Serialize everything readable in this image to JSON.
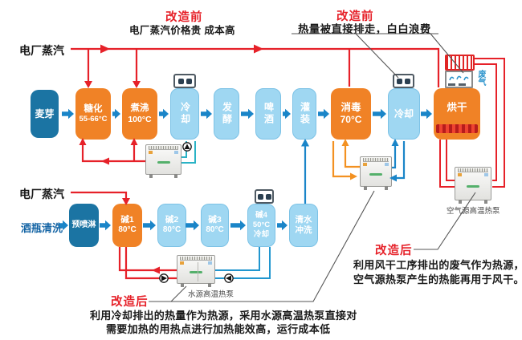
{
  "colors": {
    "accent_red": "#e62129",
    "hot_box_orange": "#f08226",
    "cool_box_blue": "#9fd7f2",
    "dark_box_teal": "#1b74a3",
    "flow_arrow_blue": "#1a85c8",
    "teal_pipe": "#2ab3c6",
    "orange_pipe": "#f39121",
    "callout_gray": "#555555",
    "exhaust_label_blue": "#2a93cc",
    "wash_label_blue": "#1565a5"
  },
  "annotations": {
    "before_top": {
      "title": "改造前",
      "line1": "电厂蒸汽价格贵 成本高"
    },
    "before_right": {
      "title": "改造前",
      "line1": "热量被直接排走，白白浪费"
    },
    "after_left": {
      "title": "改造后",
      "line1": "利用冷却排出的热量作为热源，采用水源高温热泵直接对",
      "line2": "需要加热的用热点进行加热能效高，运行成本低"
    },
    "after_right": {
      "title": "改造后",
      "line1": "利用风干工序排出的废气作为热源，",
      "line2": "空气源热泵产生的热能再用于风干。"
    }
  },
  "labels": {
    "steam_top": "电厂蒸汽",
    "steam_bottom": "电厂蒸汽",
    "bottle_wash": "酒瓶清洗",
    "water_heat_pump": "水源高温热泵",
    "air_heat_pump": "空气源高温热泵",
    "exhaust_gas": "废气"
  },
  "brew_line": [
    {
      "lines": [
        "麦芽"
      ]
    },
    {
      "lines": [
        "糖化",
        "55-66°C"
      ]
    },
    {
      "lines": [
        "煮沸",
        "100°C"
      ]
    },
    {
      "lines": [
        "冷却"
      ]
    },
    {
      "lines": [
        "发酵"
      ]
    },
    {
      "lines": [
        "啤酒"
      ]
    },
    {
      "lines": [
        "灌装"
      ]
    },
    {
      "lines": [
        "消毒",
        "70°C"
      ]
    },
    {
      "lines": [
        "冷却"
      ]
    },
    {
      "lines": [
        "烘干"
      ]
    }
  ],
  "wash_line": [
    {
      "lines": [
        "预喷淋"
      ]
    },
    {
      "lines": [
        "碱1",
        "80°C"
      ]
    },
    {
      "lines": [
        "碱2",
        "80°C"
      ]
    },
    {
      "lines": [
        "碱3",
        "80°C"
      ]
    },
    {
      "lines": [
        "碱4",
        "50°C",
        "冷却"
      ]
    },
    {
      "lines": [
        "清水",
        "冲洗"
      ]
    }
  ]
}
